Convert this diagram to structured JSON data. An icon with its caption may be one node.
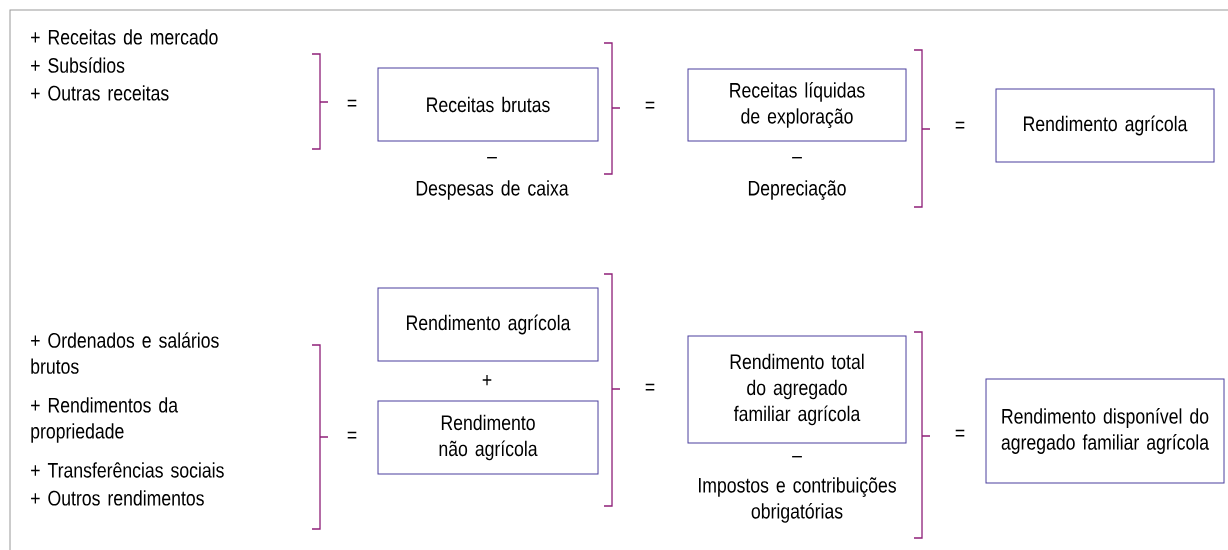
{
  "diagram": {
    "nodes": [
      {
        "text": [
          "Receitas brutas"
        ]
      },
      {
        "text": [
          "Receitas líquidas de exploração"
        ]
      },
      {
        "text": [
          "Rendimento agrícola"
        ]
      },
      {
        "text": [
          "Rendimento agrícola"
        ]
      },
      {
        "text": [
          "Rendimento não agrícola"
        ]
      },
      {
        "text": [
          "Rendimento total do agregado familiar agrícola"
        ]
      },
      {
        "text": [
          "Rendimento disponível do agregado familiar agrícola"
        ]
      }
    ],
    "labels": [
      "+ Receitas de mercado",
      "+ Subsídios",
      "+ Outras receitas",
      "=",
      "–",
      "Despesas de caixa",
      "=",
      "–",
      "Depreciação",
      "=",
      "+",
      "+ Ordenados e salários brutos",
      "=",
      "=",
      "+ Rendimentos da propriedade",
      "+ Transferências sociais",
      "+ Outros rendimentos",
      "–",
      "Impostos e contribuições obrigatórias",
      "="
    ]
  }
}
